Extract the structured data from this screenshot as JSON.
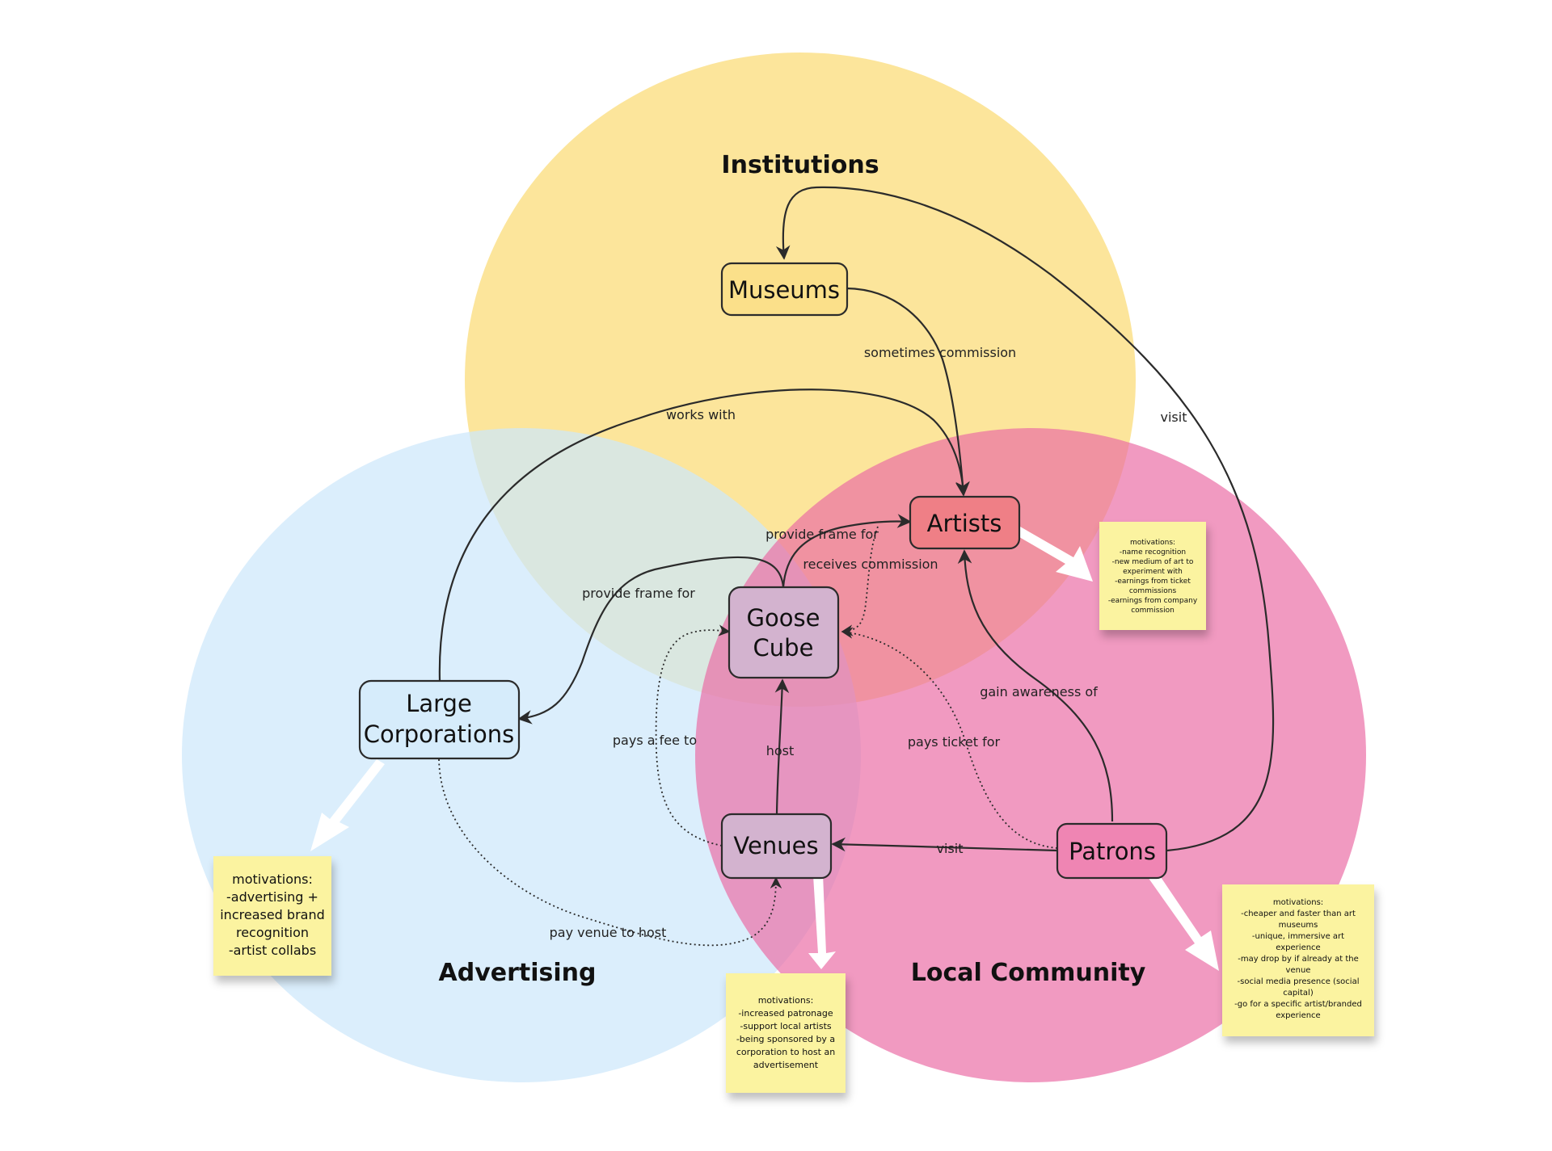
{
  "colors": {
    "institutions": "#fbe08a",
    "advertising": "#cde8fb",
    "local_community": "#ef85b3",
    "sticky_note": "#fbf3a0",
    "node_border": "#2b2b2b"
  },
  "sets": {
    "institutions": "Institutions",
    "advertising": "Advertising",
    "local_community": "Local Community"
  },
  "nodes": {
    "museums": "Museums",
    "artists": "Artists",
    "goose_cube": [
      "Goose",
      "Cube"
    ],
    "large_corporations": [
      "Large",
      "Corporations"
    ],
    "venues": "Venues",
    "patrons": "Patrons"
  },
  "edges": {
    "sometimes_commission": "sometimes commission",
    "works_with": "works with",
    "visit_museums": "visit",
    "provide_frame_for_artists": "provide frame for",
    "receives_commission": "receives commission",
    "provide_frame_for_corporations": "provide frame for",
    "gain_awareness_of": "gain awareness of",
    "pays_a_fee_to": "pays a fee to",
    "host": "host",
    "pays_ticket_for": "pays ticket for",
    "visit_venues": "visit",
    "pay_venue_to_host": "pay venue to host"
  },
  "notes": {
    "artists": [
      "motivations:",
      "-name recognition",
      "-new medium of art to",
      "experiment with",
      "-earnings from ticket",
      "commissions",
      "-earnings from company",
      "commission"
    ],
    "corporations": [
      "motivations:",
      "-advertising +",
      "increased brand",
      "recognition",
      "-artist collabs"
    ],
    "venues": [
      "motivations:",
      "-increased patronage",
      "-support local artists",
      "-being sponsored by a",
      "corporation to host an",
      "advertisement"
    ],
    "patrons": [
      "motivations:",
      "-cheaper and faster than art",
      "museums",
      "-unique, immersive art",
      "experience",
      "-may drop by if already at the",
      "venue",
      "-social media presence (social",
      "capital)",
      "-go for a specific artist/branded",
      "experience"
    ]
  }
}
